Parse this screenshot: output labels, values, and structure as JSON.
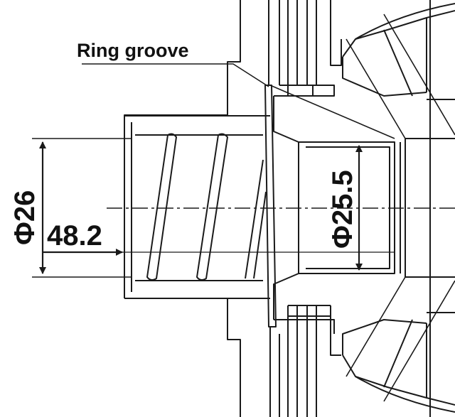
{
  "labels": {
    "ring_groove": "Ring groove",
    "dia_outer": "Φ26",
    "length": "48.2",
    "dia_inner": "Φ25.5"
  },
  "colors": {
    "line": "#1a1a1a",
    "background": "#ffffff"
  }
}
